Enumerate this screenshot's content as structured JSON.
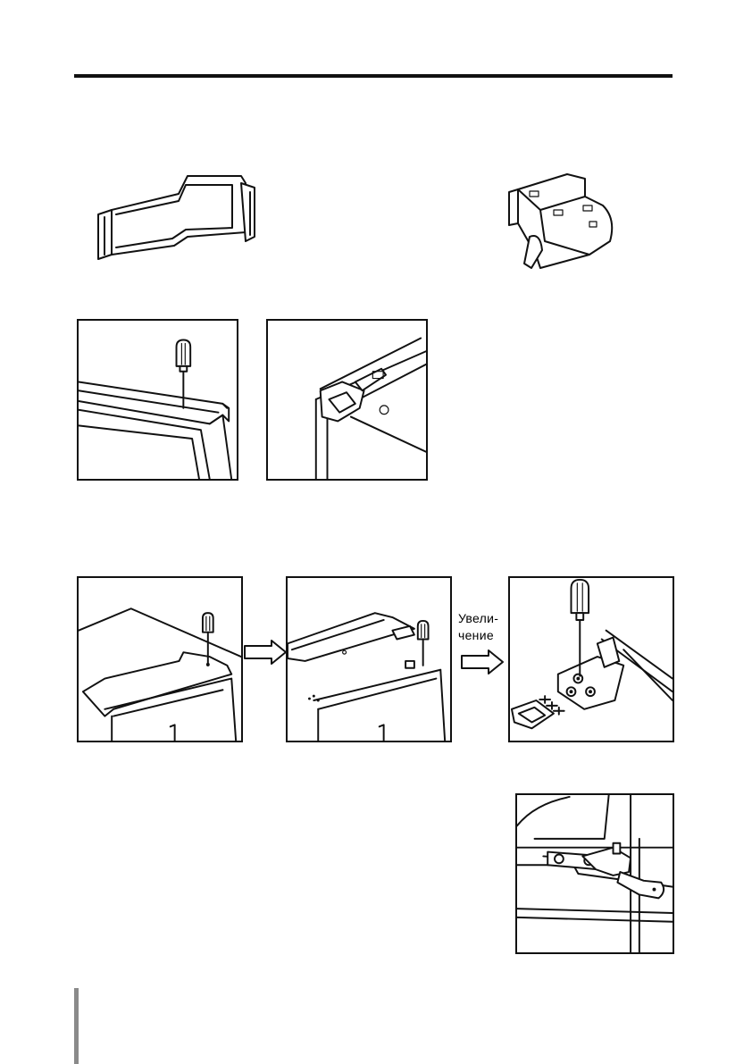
{
  "zoom_label": {
    "line1": "Увели-",
    "line2": "чение"
  },
  "illustrations": {
    "upper_hinge_cover": "upper-hinge-cover-illustration",
    "lower_hinge_cover": "lower-hinge-cover-illustration",
    "step1": "screwdriver-remove-cover",
    "step2": "hinge-corner-view",
    "step3": "remove-top-cover",
    "step4": "cover-lifted",
    "step5": "hinge-bolts-zoom",
    "step6": "wrench-lower-hinge"
  }
}
